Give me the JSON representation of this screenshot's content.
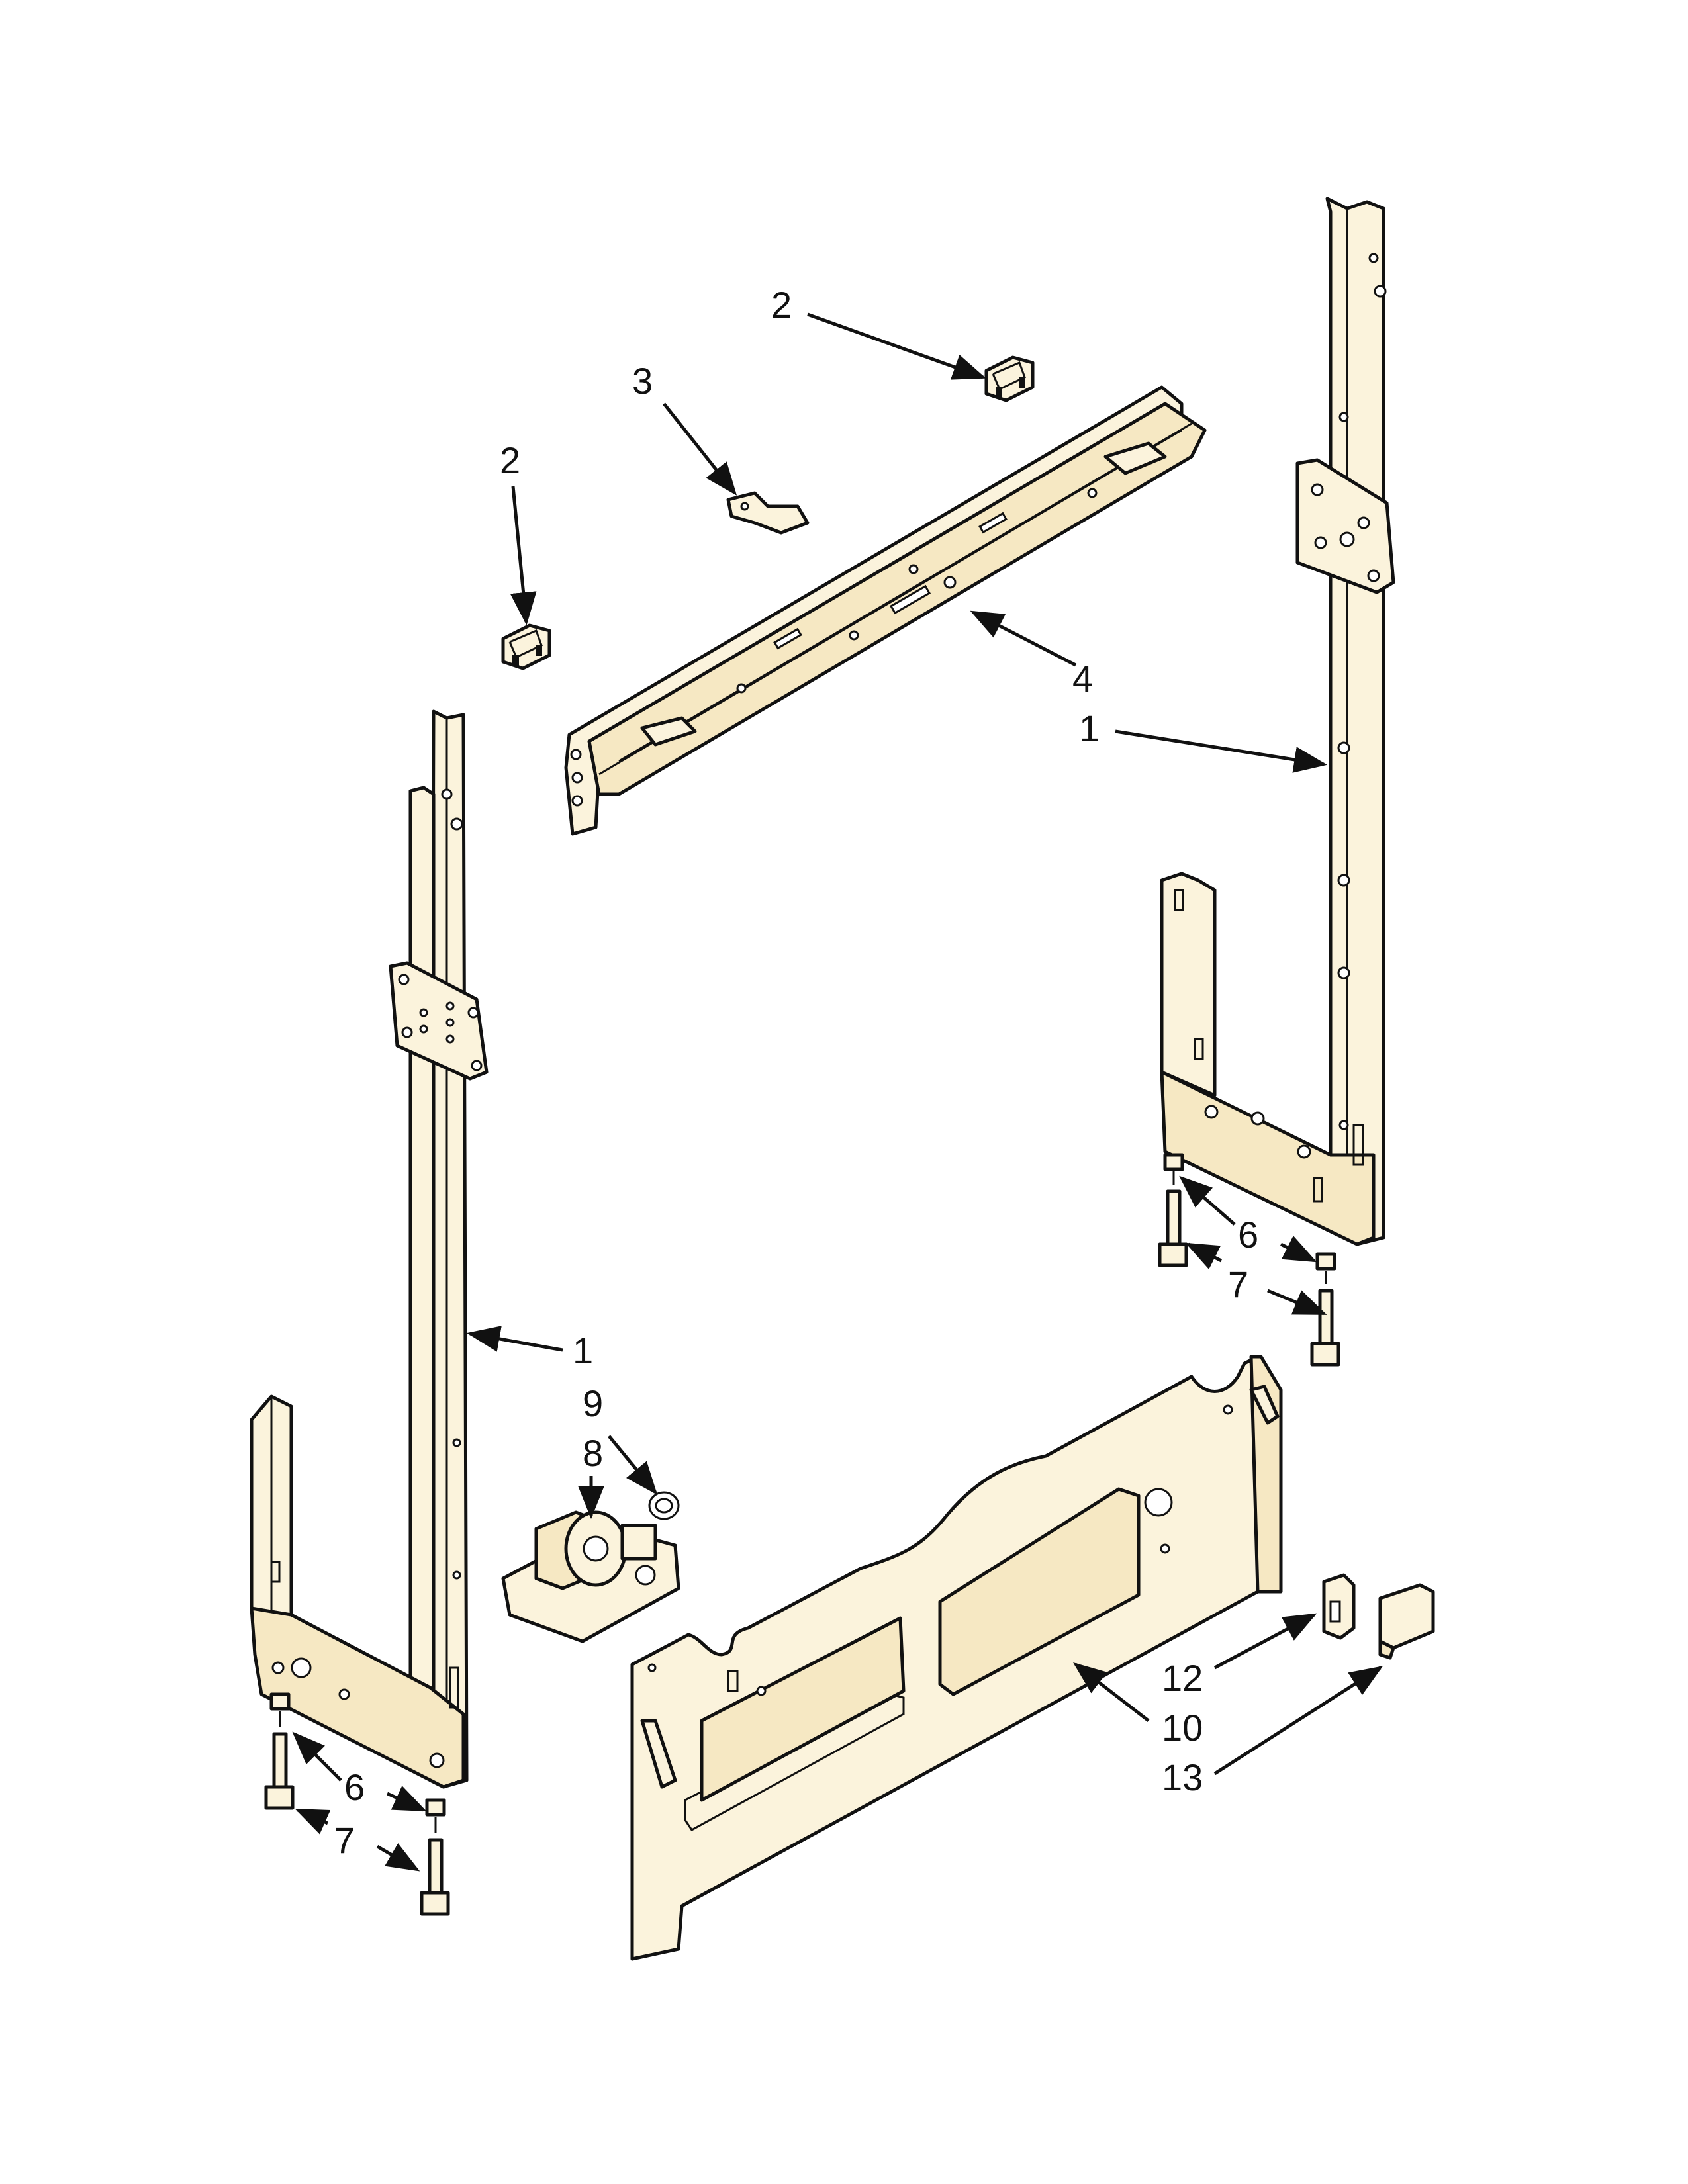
{
  "callouts": {
    "c2_top": "2",
    "c3": "3",
    "c2_left": "2",
    "c4": "4",
    "c1_right": "1",
    "c6_right": "6",
    "c7_right": "7",
    "c1_left": "1",
    "c9": "9",
    "c8": "8",
    "c6_left": "6",
    "c7_left": "7",
    "c12": "12",
    "c10": "10",
    "c13": "13"
  }
}
